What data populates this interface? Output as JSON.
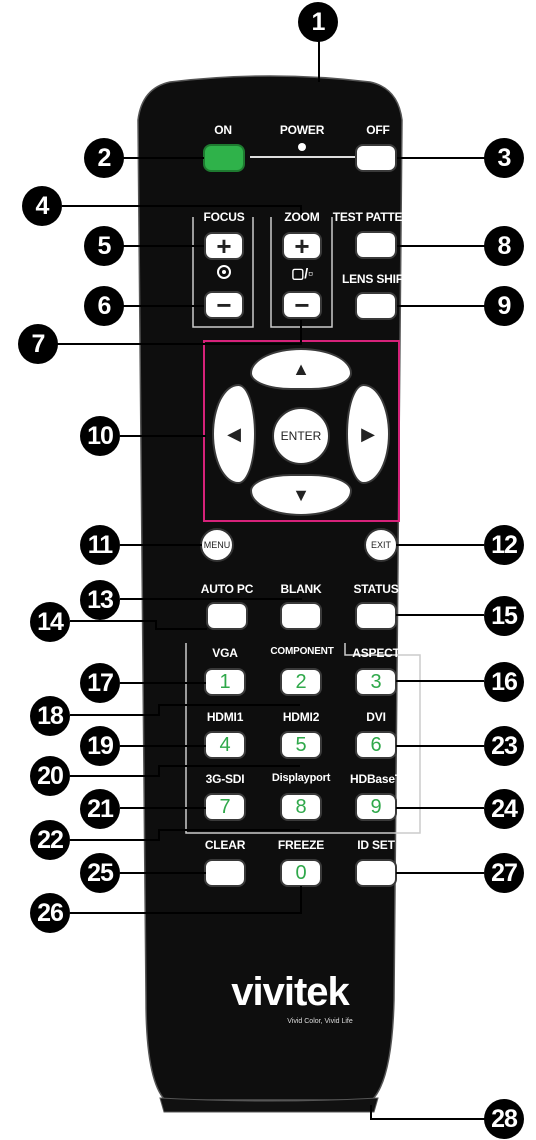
{
  "labels": {
    "on": "ON",
    "power": "POWER",
    "off": "OFF",
    "focus": "FOCUS",
    "zoom": "ZOOM",
    "test_pattern": "TEST PATTERN",
    "lens_shift": "LENS SHIFT",
    "zoom_sub": "▢/▫",
    "auto_pc": "AUTO PC",
    "blank": "BLANK",
    "status": "STATUS",
    "vga": "VGA",
    "component": "COMPONENT",
    "aspect": "ASPECT",
    "hdmi1": "HDMI1",
    "hdmi2": "HDMI2",
    "dvi": "DVI",
    "sdi": "3G-SDI",
    "displayport": "Displayport",
    "hdbaset": "HDBaseT",
    "clear": "CLEAR",
    "freeze": "FREEZE",
    "id_set": "ID SET"
  },
  "buttons": {
    "plus": "+",
    "minus": "−",
    "enter": "ENTER",
    "menu": "MENU",
    "exit": "EXIT",
    "up": "▲",
    "down": "▼",
    "left": "◀",
    "right": "▶",
    "d1": "1",
    "d2": "2",
    "d3": "3",
    "d4": "4",
    "d5": "5",
    "d6": "6",
    "d7": "7",
    "d8": "8",
    "d9": "9",
    "d0": "0"
  },
  "logo": {
    "brand": "vivitek",
    "tagline": "Vivid Color, Vivid Life"
  },
  "callouts": [
    "1",
    "2",
    "3",
    "4",
    "5",
    "6",
    "7",
    "8",
    "9",
    "10",
    "11",
    "12",
    "13",
    "14",
    "15",
    "16",
    "17",
    "18",
    "19",
    "20",
    "21",
    "22",
    "23",
    "24",
    "25",
    "26",
    "27",
    "28"
  ],
  "colors": {
    "body": "#0d0d0d",
    "power_on": "#2fb24a",
    "digit": "#2fa84a",
    "nav_frame": "#d6227a"
  }
}
